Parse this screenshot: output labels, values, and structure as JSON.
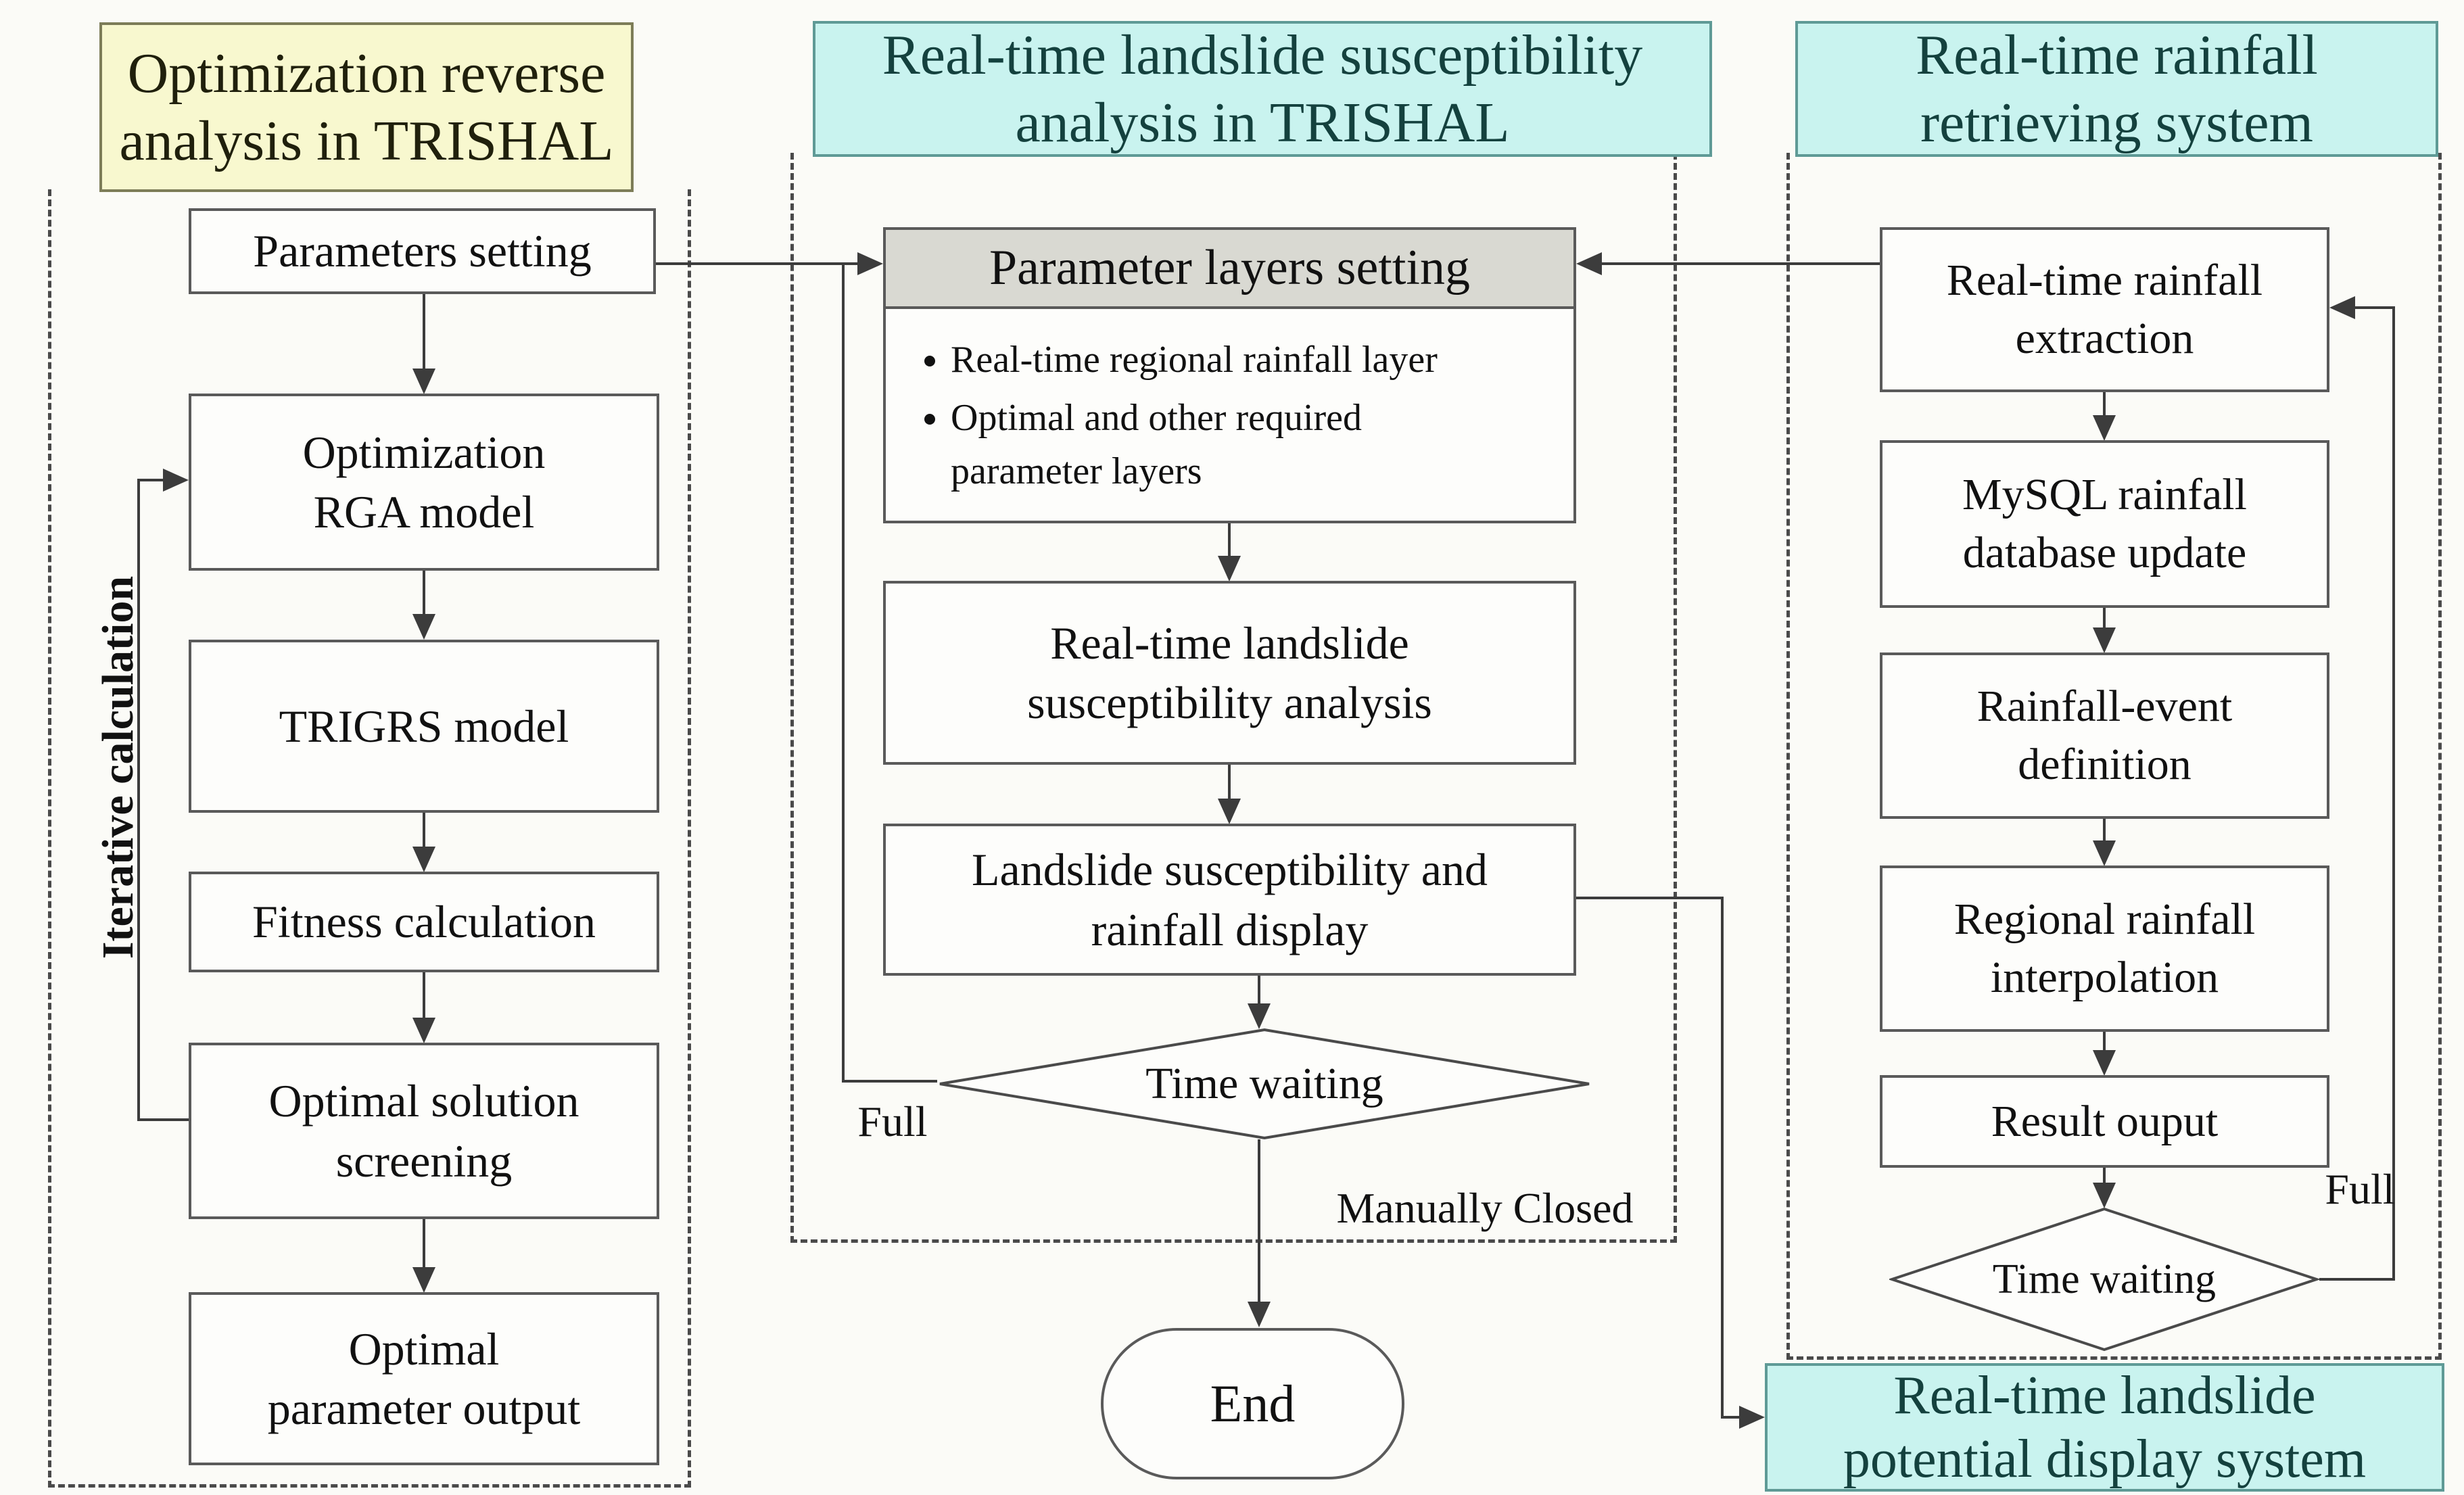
{
  "left_panel": {
    "title": "Optimization reverse analysis in TRISHAL",
    "iterative_label": "Iterative calculation",
    "nodes": {
      "parameters_setting": "Parameters setting",
      "optimization_rga": "Optimization RGA model",
      "trigrs": "TRIGRS model",
      "fitness": "Fitness calculation",
      "optimal_screening": "Optimal solution screening",
      "optimal_output": "Optimal parameter output"
    }
  },
  "middle_panel": {
    "title": "Real-time landslide susceptibility analysis in TRISHAL",
    "nodes": {
      "param_layers": "Parameter layers setting",
      "bullet1": "Real-time regional rainfall layer",
      "bullet2": "Optimal and other required parameter layers",
      "analysis": "Real-time landslide susceptibility analysis",
      "display": "Landslide susceptibility and rainfall display",
      "time_waiting": "Time waiting",
      "end": "End"
    },
    "labels": {
      "full": "Full",
      "manually_closed": "Manually Closed"
    }
  },
  "right_panel": {
    "title": "Real-time rainfall retrieving system",
    "nodes": {
      "extraction": "Real-time rainfall extraction",
      "mysql_update": "MySQL rainfall database update",
      "event_definition": "Rainfall-event definition",
      "interpolation": "Regional rainfall interpolation",
      "result_output": "Result ouput",
      "time_waiting": "Time waiting"
    },
    "labels": {
      "full": "Full"
    },
    "footer": "Real-time landslide potential display system"
  },
  "colors": {
    "yellow_header_bg": "#f8f8cf",
    "cyan_header_bg": "#c9f3ef",
    "cyan_header_text": "#14413e",
    "gray_node_bg": "#d9d9d2",
    "node_border": "#5a5a5a",
    "line": "#3c3c3c",
    "page_bg": "#fbfbf7"
  }
}
